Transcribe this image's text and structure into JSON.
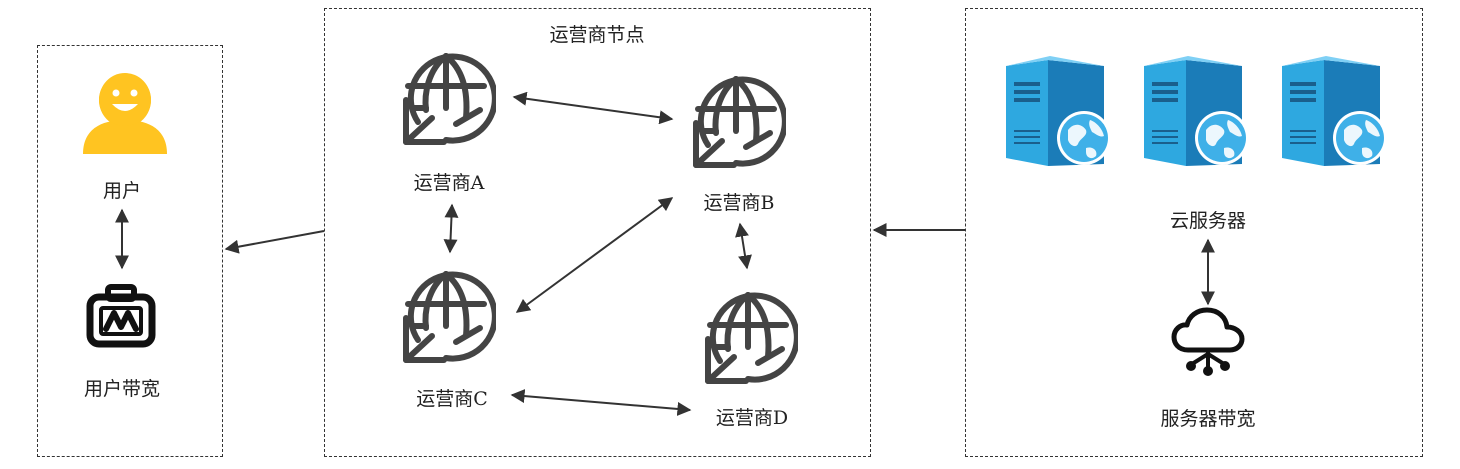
{
  "user_panel": {
    "user_label": "用户",
    "bandwidth_label": "用户带宽"
  },
  "carrier_panel": {
    "title": "运营商节点",
    "nodes": [
      {
        "id": "A",
        "label": "运营商A"
      },
      {
        "id": "B",
        "label": "运营商B"
      },
      {
        "id": "C",
        "label": "运营商C"
      },
      {
        "id": "D",
        "label": "运营商D"
      }
    ]
  },
  "cloud_panel": {
    "servers_label": "云服务器",
    "bandwidth_label": "服务器带宽"
  },
  "colors": {
    "border": "#333333",
    "user_icon": "#FFC421",
    "server_front": "#2EA8E0",
    "server_side": "#1B7CB8",
    "globe": "#3FB0E8",
    "line": "#333333"
  },
  "icons": {
    "user": "smiling-user-icon",
    "bandwidth": "bandwidth-meter-icon",
    "carrier": "globe-network-icon",
    "server": "cloud-server-icon",
    "cloud": "cloud-network-icon"
  }
}
